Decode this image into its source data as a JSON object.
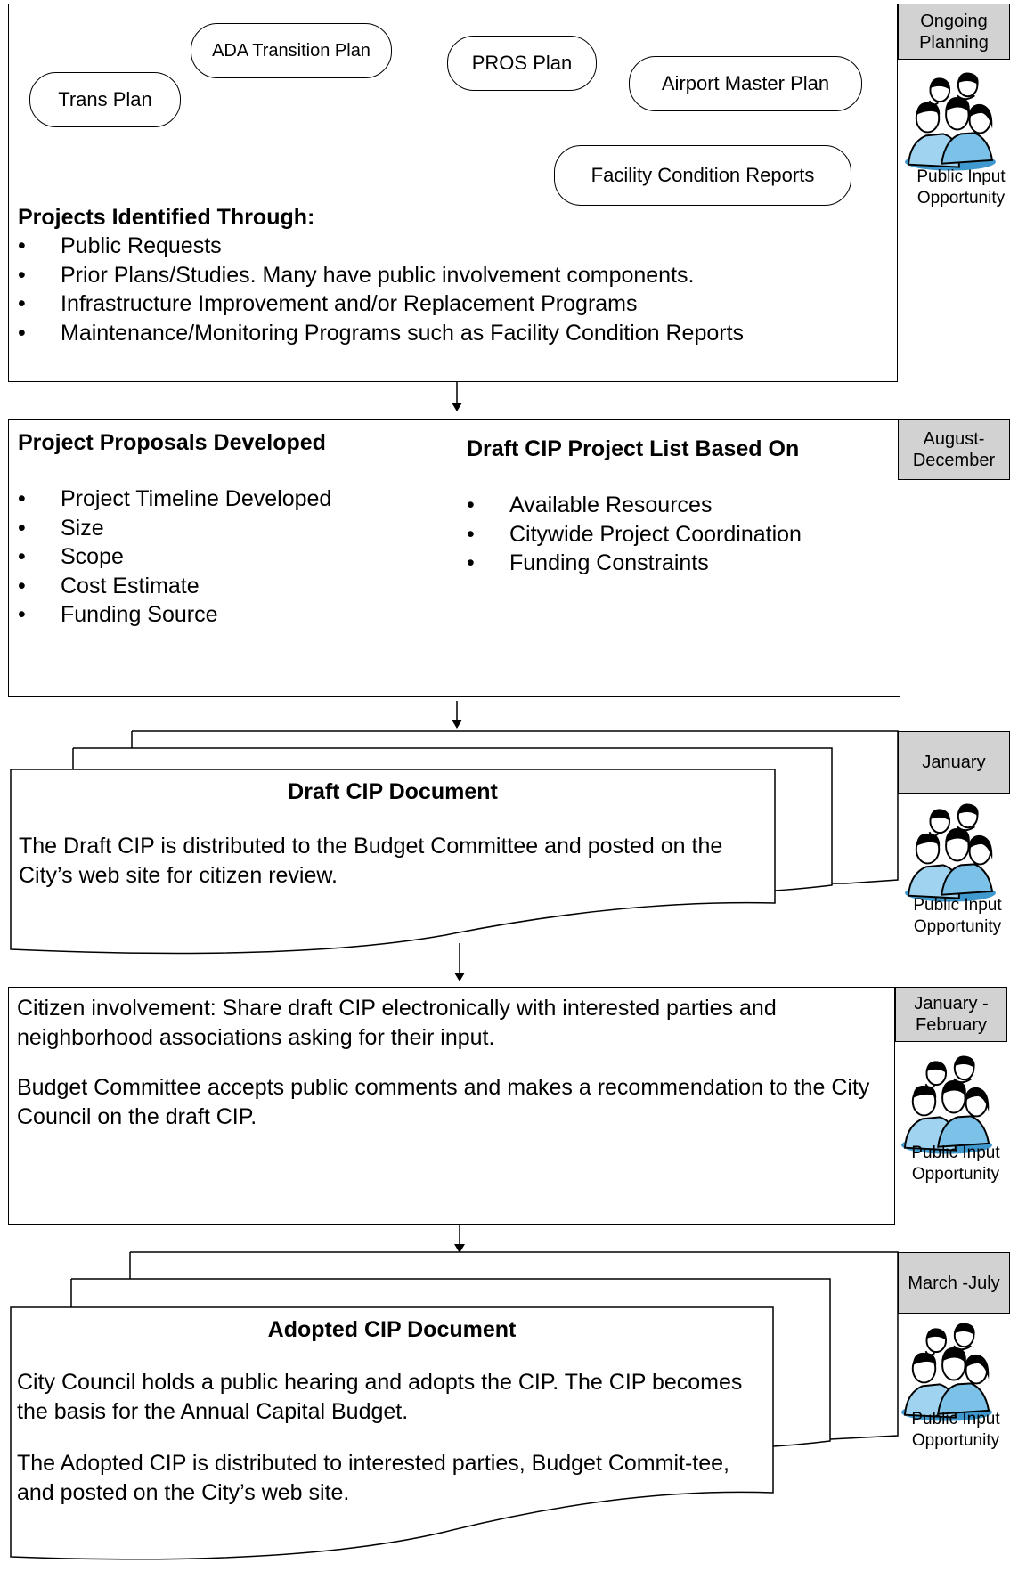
{
  "section1": {
    "tag": "Ongoing Planning",
    "plans": [
      "Trans Plan",
      "ADA Transition Plan",
      "PROS Plan",
      "Airport Master Plan",
      "Facility Condition Reports"
    ],
    "heading": "Projects Identified Through:",
    "bullets": [
      "Public Requests",
      "Prior Plans/Studies. Many have public involvement components.",
      "Infrastructure Improvement and/or Replacement Programs",
      "Maintenance/Monitoring Programs such as Facility Condition Reports"
    ],
    "public_input": "Public Input Opportunity"
  },
  "section2": {
    "tag": "August-December",
    "left_heading": "Project Proposals Developed",
    "left_bullets": [
      "Project Timeline Developed",
      "Size",
      "Scope",
      "Cost Estimate",
      "Funding Source"
    ],
    "right_heading": "Draft CIP Project List Based On",
    "right_bullets": [
      "Available Resources",
      "Citywide Project Coordination",
      "Funding Constraints"
    ]
  },
  "section3": {
    "tag": "January",
    "title": "Draft CIP Document",
    "text": "The Draft CIP is distributed to the Budget Committee and posted on the City’s web site for citizen review.",
    "public_input": "Public Input Opportunity"
  },
  "section4": {
    "tag": "January - February",
    "p1": "Citizen involvement: Share draft CIP electronically with interested parties and neighborhood associations asking for their input.",
    "p2": "Budget Committee accepts public comments and makes a recommendation to the City Council on the draft CIP.",
    "public_input": "Public Input Opportunity"
  },
  "section5": {
    "tag": "March -July",
    "title": "Adopted CIP Document",
    "p1": "City Council holds a public hearing and adopts the CIP. The CIP becomes the basis for the Annual Capital Budget.",
    "p2": "The Adopted CIP is distributed to interested parties, Budget Commit-tee, and posted on the City’s web site.",
    "public_input": "Public Input Opportunity"
  },
  "icons": {
    "people": "people-group-icon",
    "arrow": "down-arrow-icon"
  }
}
